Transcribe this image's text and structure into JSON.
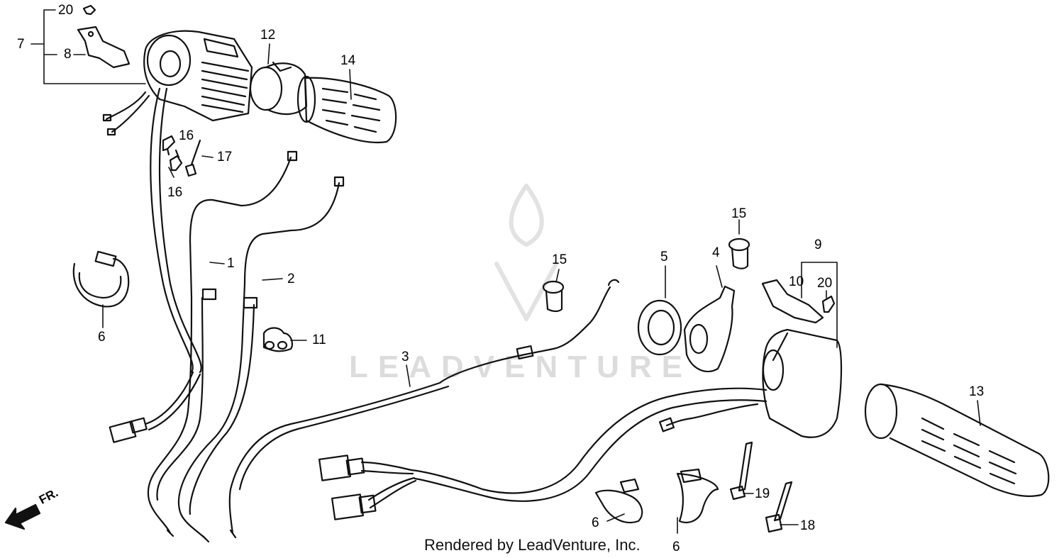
{
  "footer": "Rendered by LeadVenture, Inc.",
  "watermark": "LEADVENTURE",
  "direction": "FR.",
  "labels": [
    "20",
    "7",
    "8",
    "12",
    "14",
    "16",
    "17",
    "16",
    "1",
    "2",
    "6",
    "11",
    "3",
    "15",
    "5",
    "4",
    "15",
    "9",
    "10",
    "20",
    "13",
    "6",
    "6",
    "19",
    "18"
  ],
  "colors": {
    "line": "#111111",
    "watermark": "#dcdcdc"
  }
}
